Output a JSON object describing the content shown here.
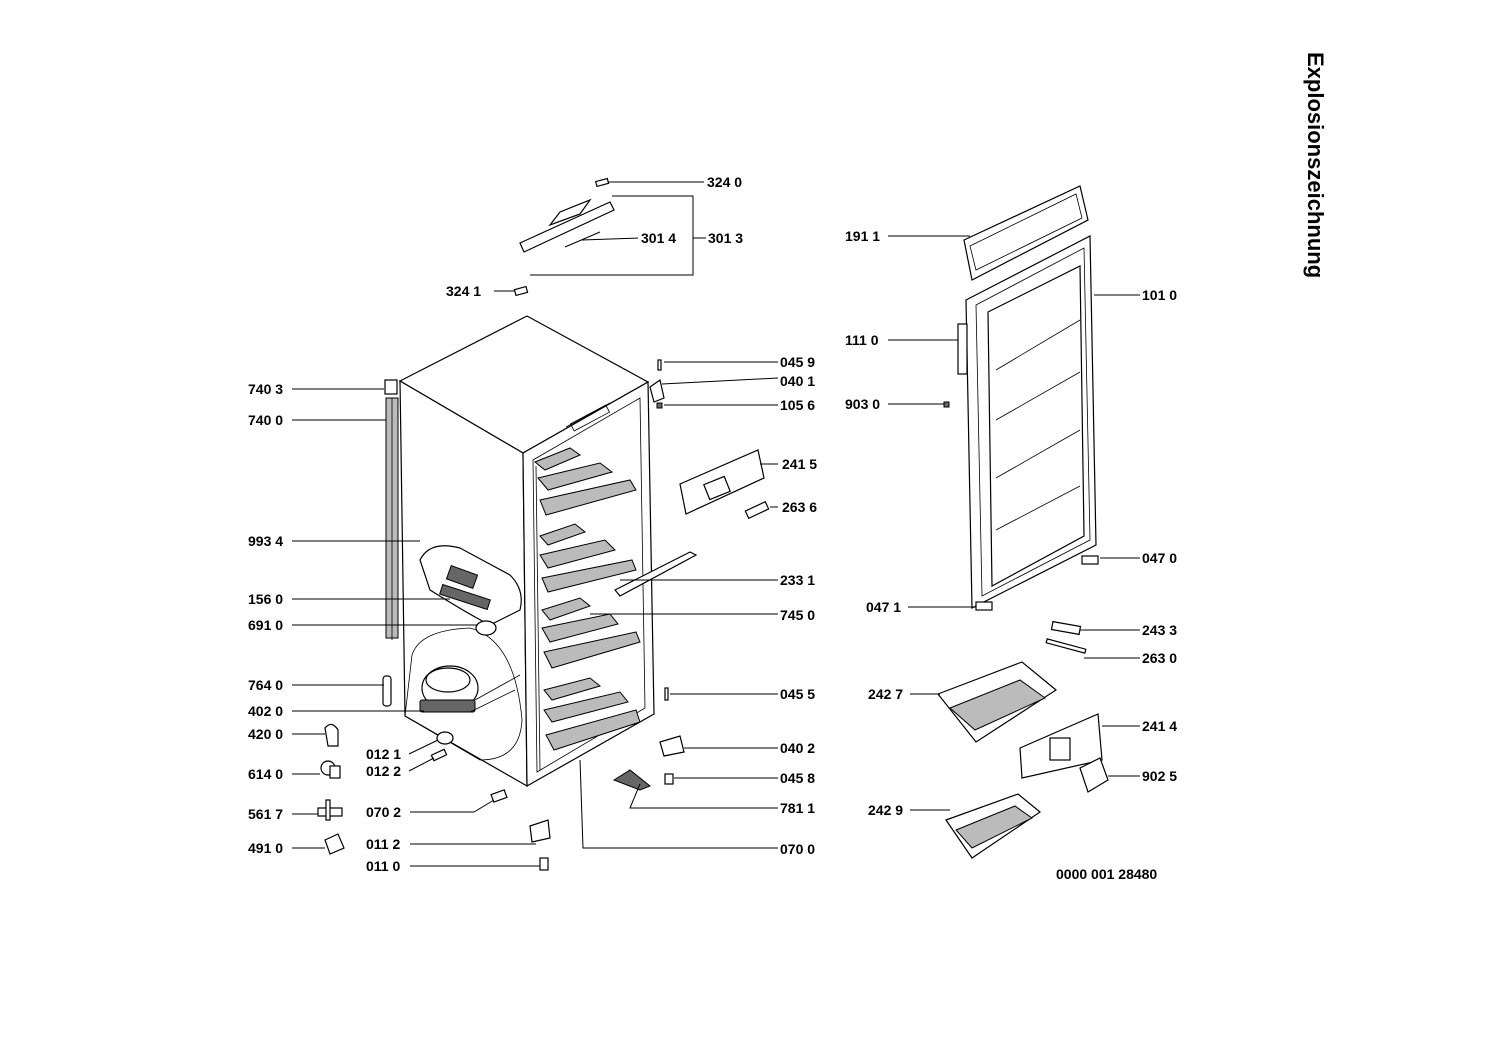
{
  "title": "Explosionszeichnung",
  "document_number": "0000 001 28480",
  "labels": {
    "l3240": "324 0",
    "l3014": "301 4",
    "l3013": "301 3",
    "l3241": "324 1",
    "l7403": "740 3",
    "l7400": "740 0",
    "l9934": "993 4",
    "l1560": "156 0",
    "l6910": "691 0",
    "l7640": "764 0",
    "l4020": "402 0",
    "l4200": "420 0",
    "l0121": "012 1",
    "l0122": "012 2",
    "l6140": "614 0",
    "l0702": "070 2",
    "l5617": "561 7",
    "l0112": "011 2",
    "l4910": "491 0",
    "l0110": "011 0",
    "l0459": "045 9",
    "l0401": "040 1",
    "l1056": "105 6",
    "l2415": "241 5",
    "l2636": "263 6",
    "l2331": "233 1",
    "l7450": "745 0",
    "l0455": "045 5",
    "l0402": "040 2",
    "l0458": "045 8",
    "l7811": "781 1",
    "l0700": "070 0",
    "l1911": "191 1",
    "l1010": "101 0",
    "l1110": "111 0",
    "l9030": "903 0",
    "l0470": "047 0",
    "l0471": "047 1",
    "l2433": "243 3",
    "l2630": "263 0",
    "l2427": "242 7",
    "l2414": "241 4",
    "l9025": "902 5",
    "l2429": "242 9"
  }
}
